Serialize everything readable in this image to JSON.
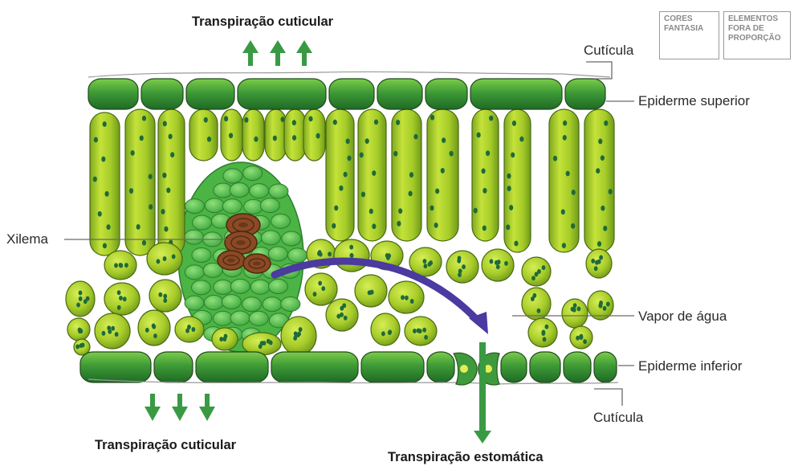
{
  "title_top": "Transpiração cuticular",
  "title_bottom_left": "Transpiração cuticular",
  "title_bottom_center": "Transpiração estomática",
  "labels": {
    "cuticle_top": "Cutícula",
    "upper_epidermis": "Epiderme superior",
    "xylem": "Xilema",
    "water_vapor": "Vapor de água",
    "lower_epidermis": "Epiderme inferior",
    "cuticle_bottom": "Cutícula"
  },
  "badges": {
    "colors": [
      "CORES",
      "FANTASIA"
    ],
    "scale": [
      "ELEMENTOS",
      "FORA DE",
      "PROPORÇÃO"
    ]
  },
  "colors": {
    "arrow_green": "#3a9a44",
    "arrow_purple": "#4b3aa0",
    "epidermis": "#3e9a3a",
    "palisade": "#a8cc2a",
    "vascular": "#58c24a",
    "xylem": "#8a4a25",
    "chloroplast": "#1e6a3a"
  }
}
